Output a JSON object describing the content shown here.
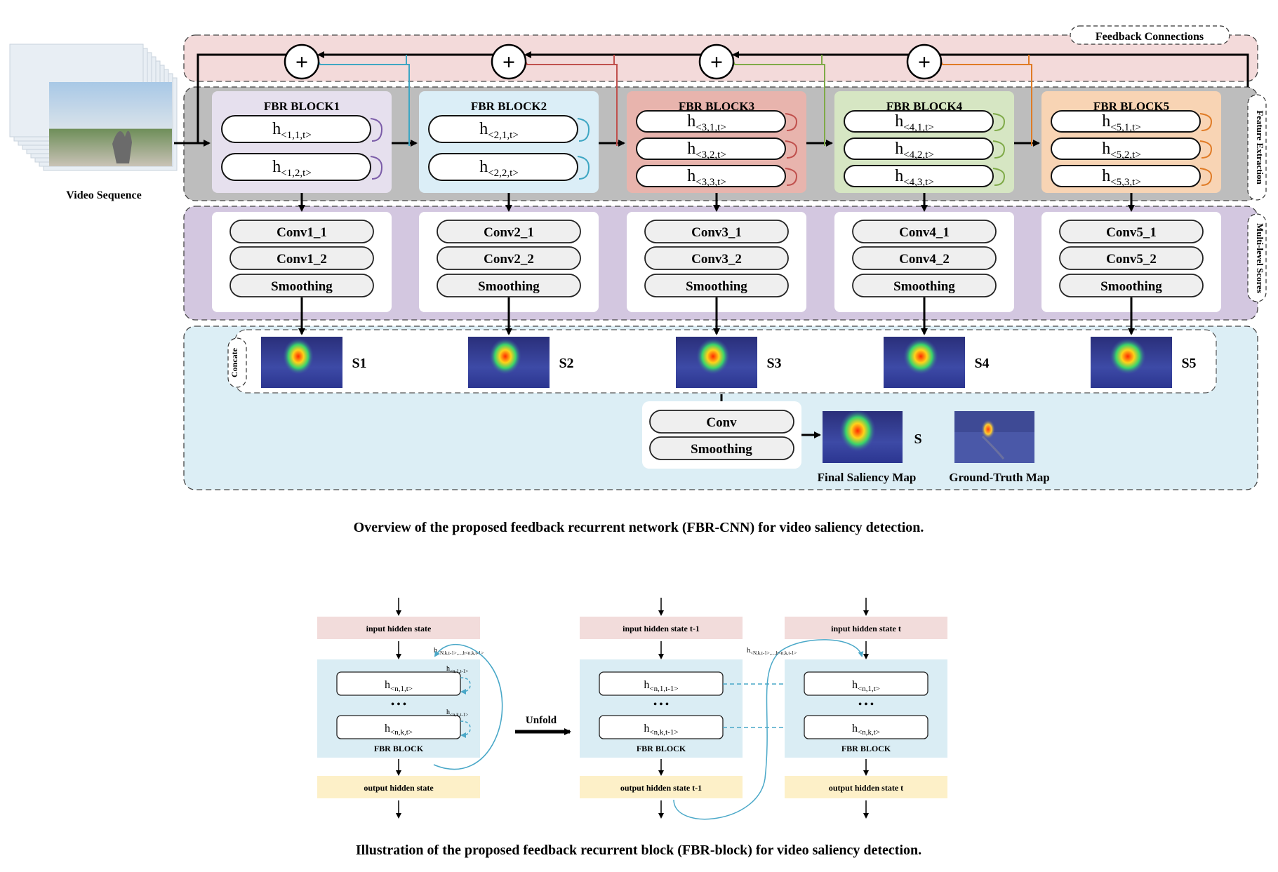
{
  "labels": {
    "feedback_connections": "Feedback Connections",
    "feature_extraction": "Feature Extraction",
    "multi_level_scores": "Multi-level Scores",
    "concate": "Concate",
    "video_sequence": "Video Sequence",
    "final_saliency_map": "Final Saliency Map",
    "ground_truth_map": "Ground-Truth Map",
    "final_label": "S",
    "fuse_conv": "Conv",
    "fuse_smoothing": "Smoothing",
    "plus": "+"
  },
  "blocks": [
    {
      "title": "FBR BLOCK1",
      "states": [
        [
          "<1,1,t>"
        ],
        [
          "<1,2,t>"
        ]
      ],
      "conv1": "Conv1_1",
      "conv2": "Conv1_2",
      "smoothing": "Smoothing",
      "score": "S1",
      "color": "#e6e0ee",
      "arrow": "#7b5ca8"
    },
    {
      "title": "FBR BLOCK2",
      "states": [
        [
          "<2,1,t>"
        ],
        [
          "<2,2,t>"
        ]
      ],
      "conv1": "Conv2_1",
      "conv2": "Conv2_2",
      "smoothing": "Smoothing",
      "score": "S2",
      "color": "#dbeef7",
      "arrow": "#3ea6c3"
    },
    {
      "title": "FBR BLOCK3",
      "states": [
        [
          "<3,1,t>"
        ],
        [
          "<3,2,t>"
        ],
        [
          "<3,3,t>"
        ]
      ],
      "conv1": "Conv3_1",
      "conv2": "Conv3_2",
      "smoothing": "Smoothing",
      "score": "S3",
      "color": "#e8b4ad",
      "arrow": "#c0504d"
    },
    {
      "title": "FBR BLOCK4",
      "states": [
        [
          "<4,1,t>"
        ],
        [
          "<4,2,t>"
        ],
        [
          "<4,3,t>"
        ]
      ],
      "conv1": "Conv4_1",
      "conv2": "Conv4_2",
      "smoothing": "Smoothing",
      "score": "S4",
      "color": "#d6e6c3",
      "arrow": "#7faa48"
    },
    {
      "title": "FBR BLOCK5",
      "states": [
        [
          "<5,1,t>"
        ],
        [
          "<5,2,t>"
        ],
        [
          "<5,3,t>"
        ]
      ],
      "conv1": "Conv5_1",
      "conv2": "Conv5_2",
      "smoothing": "Smoothing",
      "score": "S5",
      "color": "#f8d4b4",
      "arrow": "#e07b25"
    }
  ],
  "captions": {
    "top": "Overview of the proposed feedback recurrent network (FBR-CNN) for video saliency detection.",
    "bottom": "Illustration of the proposed feedback recurrent block (FBR-block) for video saliency detection."
  },
  "fbr_illustration": {
    "unfold": "Unfold",
    "dots": "• • •",
    "fbr_block": "FBR BLOCK",
    "left": {
      "input": "input hidden state",
      "output": "output hidden state",
      "h1": "<n,1,t>",
      "hk": "<n,k,t>",
      "self1": "<n,1,t-1>",
      "selfk": "<n,k,t-1>",
      "feedback": "<N,k,t-1>,...,h<n,k,t-1>"
    },
    "middle": {
      "input": "input hidden state t-1",
      "output": "output hidden state t-1",
      "h1": "<n,1,t-1>",
      "hk": "<n,k,t-1>"
    },
    "right": {
      "input": "input hidden state t",
      "output": "output hidden state t",
      "h1": "<n,1,t>",
      "hk": "<n,k,t>",
      "feedback": "<N,k,t-1>,...,h<n,k,t-1>"
    }
  },
  "colors": {
    "feedback_band": "#f3dada",
    "feature_band": "#bdbdbd",
    "scores_band": "#d3c7e0",
    "concat_band": "#dceef5",
    "input_state": "#f2dcdb",
    "output_state": "#fdf0c8",
    "fbr_block_bg": "#daedf4",
    "link": "#4aa8c8"
  }
}
